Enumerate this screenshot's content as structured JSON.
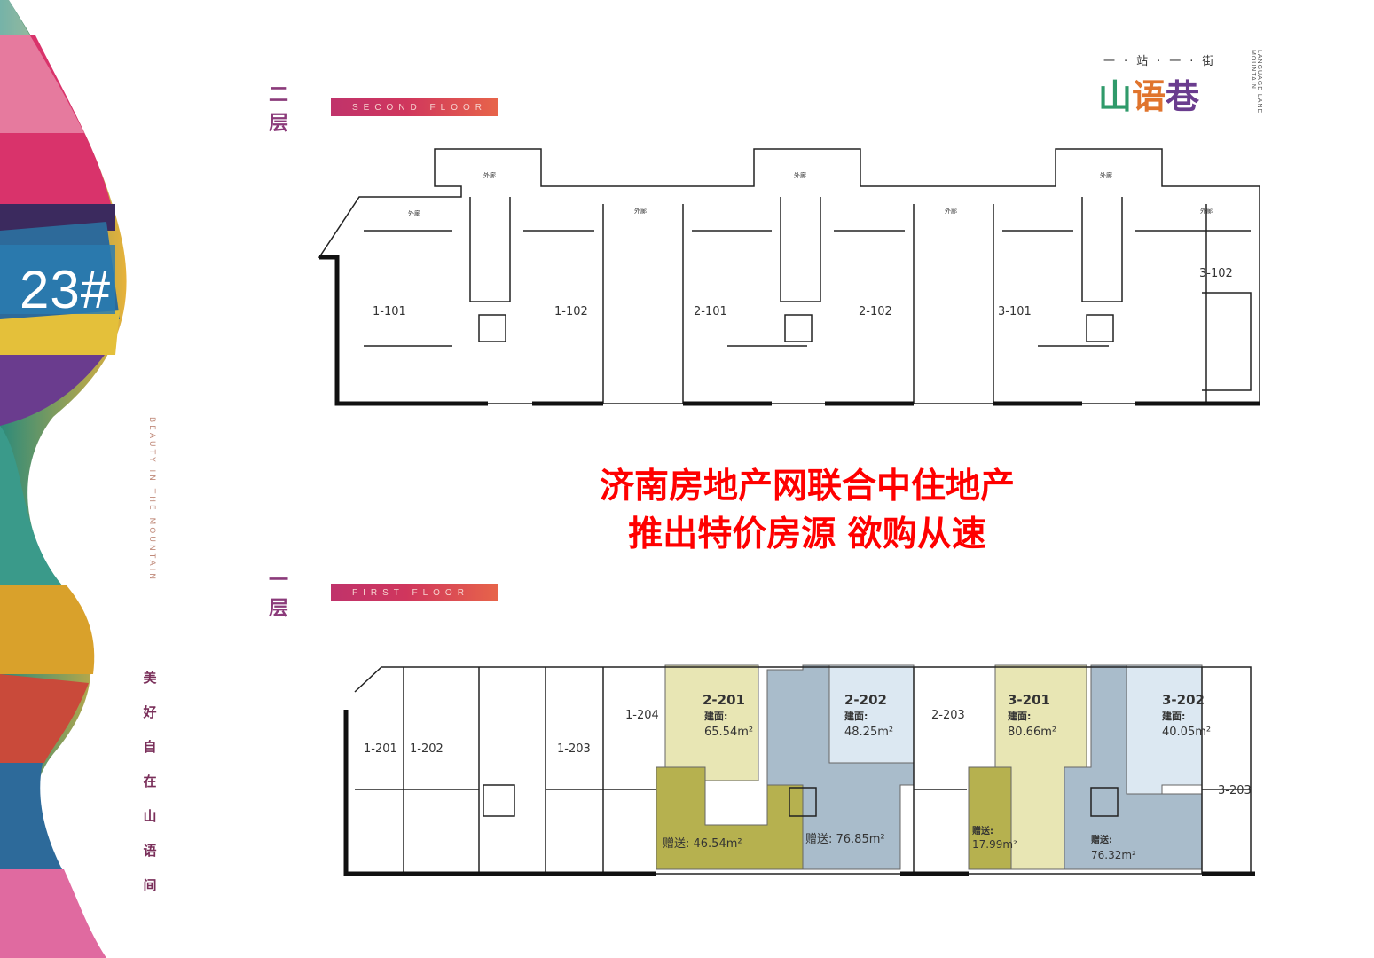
{
  "sidebar": {
    "building_number": "23#",
    "vertical_en": "BEAUTY IN THE MOUNTAIN",
    "vertical_cn": [
      "美",
      "好",
      "自",
      "在",
      "山",
      "语",
      "间"
    ]
  },
  "logo": {
    "tagline": "一·站·一·街",
    "name": "山语巷",
    "side_text": "LANGUAGE LANE MOUNTAIN",
    "colors": [
      "#2f9a6a",
      "#e0742d",
      "#6a3c8e",
      "#d9a12b"
    ]
  },
  "second_floor": {
    "title_cn": "二 层",
    "title_en": "SECOND FLOOR",
    "corridor_label": "外廊",
    "rooms": [
      "1-101",
      "1-102",
      "2-101",
      "2-102",
      "3-101",
      "3-102"
    ]
  },
  "first_floor": {
    "title_cn": "一 层",
    "title_en": "FIRST FLOOR",
    "rooms": [
      "1-201",
      "1-202",
      "1-203",
      "1-204",
      "2-203",
      "3-203"
    ],
    "units": [
      {
        "id": "2-201",
        "area_label": "建面:",
        "area": "65.54m²",
        "gift": "赠送: 46.54m²"
      },
      {
        "id": "2-202",
        "area_label": "建面:",
        "area": "48.25m²",
        "gift": "赠送: 76.85m²"
      },
      {
        "id": "3-201",
        "area_label": "建面:",
        "area": "80.66m²",
        "gift": "17.99m²",
        "gift_label": "赠送:"
      },
      {
        "id": "3-202",
        "area_label": "建面:",
        "area": "40.05m²",
        "gift": "76.32m²",
        "gift_label": "赠送:"
      }
    ]
  },
  "promo": {
    "line1": "济南房地产网联合中住地产",
    "line2": "推出特价房源 欲购从速"
  },
  "colors": {
    "promo": "#ff0000",
    "olive_light": "#e8e6b4",
    "olive_dark": "#b6b14f",
    "blue_light": "#dce8f2",
    "blue_dark": "#a9bccb"
  }
}
